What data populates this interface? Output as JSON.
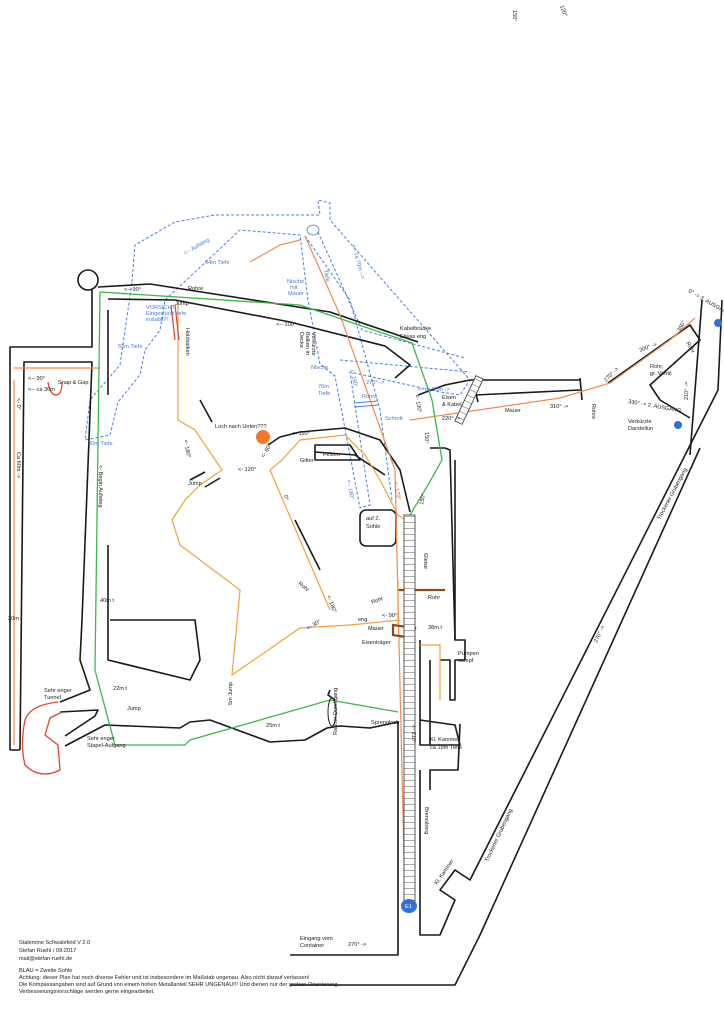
{
  "title": "Stalemine Schwalefeld V 2.0",
  "colors": {
    "wall": "#1a1a1a",
    "blue_level": "#4a7fd6",
    "route_green": "#3cb84a",
    "route_orange": "#f0a23a",
    "red": "#e0452a",
    "marker_blue": "#2f6fe0"
  },
  "labels": {
    "top_150": "150°",
    "top_120": "120°",
    "aufstieg": "<-- Aufstieg",
    "tiefe64": "64m Tiefe",
    "rohre_top": "Rohre",
    "deg90_top": "<-- 90°",
    "jump_top": "Jump",
    "vorsicht1": "VORSICHT",
    "vorsicht2": "Eingestürzt sehr",
    "vorsicht3": "instabil!!!",
    "holzbalken": "Holzbalken",
    "tiefe55": "55m Tiefe",
    "deg100": "<-- 100°",
    "nische1": "Nische",
    "nische2": "mit",
    "nische3": "Mauer",
    "tiefe_rot": "Tiefe",
    "balken1": "Verkürzte",
    "balken2": "Balken in",
    "balken3": "Decke",
    "ca70": "<-- ca 70m -->",
    "kabel1": "Kabelbrücke",
    "kabel2": "Etwas eng",
    "nische_b": "Nische",
    "tiefe70a": "70m",
    "tiefe70b": "Tiefe",
    "deg270_blue": "270° ->",
    "ca50": "<- ca 50m ->",
    "deg180_blue_top": "<- 180°",
    "rohre_blue": "Rohre",
    "schrott": "Schrott",
    "eisen1": "Eisen",
    "eisen2": "& Kabel",
    "deg220": "220° ->",
    "deg130": "<- 130°",
    "deg150_mid": "150°",
    "mauer_e": "Mauer",
    "deg310": "310° ->",
    "rohre_e": "Rohre",
    "deg270_e": "270° ->",
    "deg300": "300° ->",
    "deg350": "350°",
    "ausgang3": "0° -> 3. AUSGANG",
    "rohr_e": "Rohr",
    "ventil1": "Rohr,",
    "ventil2": "gr. Ventil",
    "ausgang2": "330° -> 2. AUSGANG",
    "verk1": "Verkürzte",
    "verk2": "Darstellun",
    "deg210_e": "210° ->",
    "grubengang1": "Trockener Grubengang",
    "deg270_diag": "270° ->",
    "grubengang2": "Trockener Grubengang",
    "loch": "Loch nach Unten???",
    "deg110": "<- 110°",
    "deg60": "<- 60°",
    "gitter": "Gitter",
    "felsen": "Felsen",
    "deg180_blue": "<-- 180°",
    "deg120": "<- 120°",
    "deg180_left": "<- 180°",
    "jump_mid": "Jump",
    "deg0": "0°",
    "deg170": "<- 170°",
    "deg150_shaft": "150°",
    "sohle1": "auf 2.",
    "sohle2": "Sohle",
    "gleise": "Gleise",
    "rohr_a": "Rohr",
    "deg180_c": "<- 180°",
    "rohr_b": "Rohr",
    "rohr_c": "Rohr",
    "eng": "eng",
    "deg90_c": "<- 90°",
    "mauer_c": "Mauer",
    "m38": "38m t",
    "deg30": "<- 30°",
    "eisentraeger": "Eisenträger",
    "pumpen1": "Pumpen",
    "pumpen2": "sumpf",
    "m40": "40m t",
    "m20": "20m t",
    "snap": "Snap & Gap",
    "deg90_l": "<-- 90°",
    "ca30": "<-- ca 30m",
    "deg0_l": "<- 0°",
    "ca60": "Ca 60m ->",
    "begin": "<- Begin Aufstieg",
    "tiefe30": "30m Tiefe",
    "tunnel1": "Sehr enger",
    "tunnel2": "Tunnel",
    "m22": "22m t",
    "jump_low": "Jump",
    "jump5": "5m Jump",
    "stapel1": "Sehr enger",
    "stapel2": "Stapel-Aufgang",
    "m25": "25m t",
    "rauher": "Rauher Durchgang",
    "spreng": "Sprengloch",
    "deg210": "<- 210°",
    "kammer1": "Kl. Kammer",
    "kammer2": "ca 18m Tiefe",
    "bremsberg": "Bremsberg",
    "kammer_small": "Kl. Kammer",
    "e1": "E1",
    "eingang1": "Eingang vom",
    "eingang2": "Container",
    "deg270_in": "270° ->"
  },
  "credits": {
    "line1": "Stalemine Schwalefeld V 2.0",
    "line2": "Stefan Ruehl / 09.2017",
    "line3": "mail@stefan-ruehl.de",
    "legend": "BLAU = Zweite Sohle",
    "note1": "Achtung: dieser Plan hat noch diverse Fehler und ist insbesondere im Maßstab ungenau. Also nicht darauf verlassen!",
    "note2": "Die Kompassangaben sind auf Grund von einem hohen Metallanteil SEHR UNGENAU!!! Und dienen nur der groben Orienterung.",
    "note3": "Verbesserungsvorschläge werden gerne eingearbeitet."
  }
}
